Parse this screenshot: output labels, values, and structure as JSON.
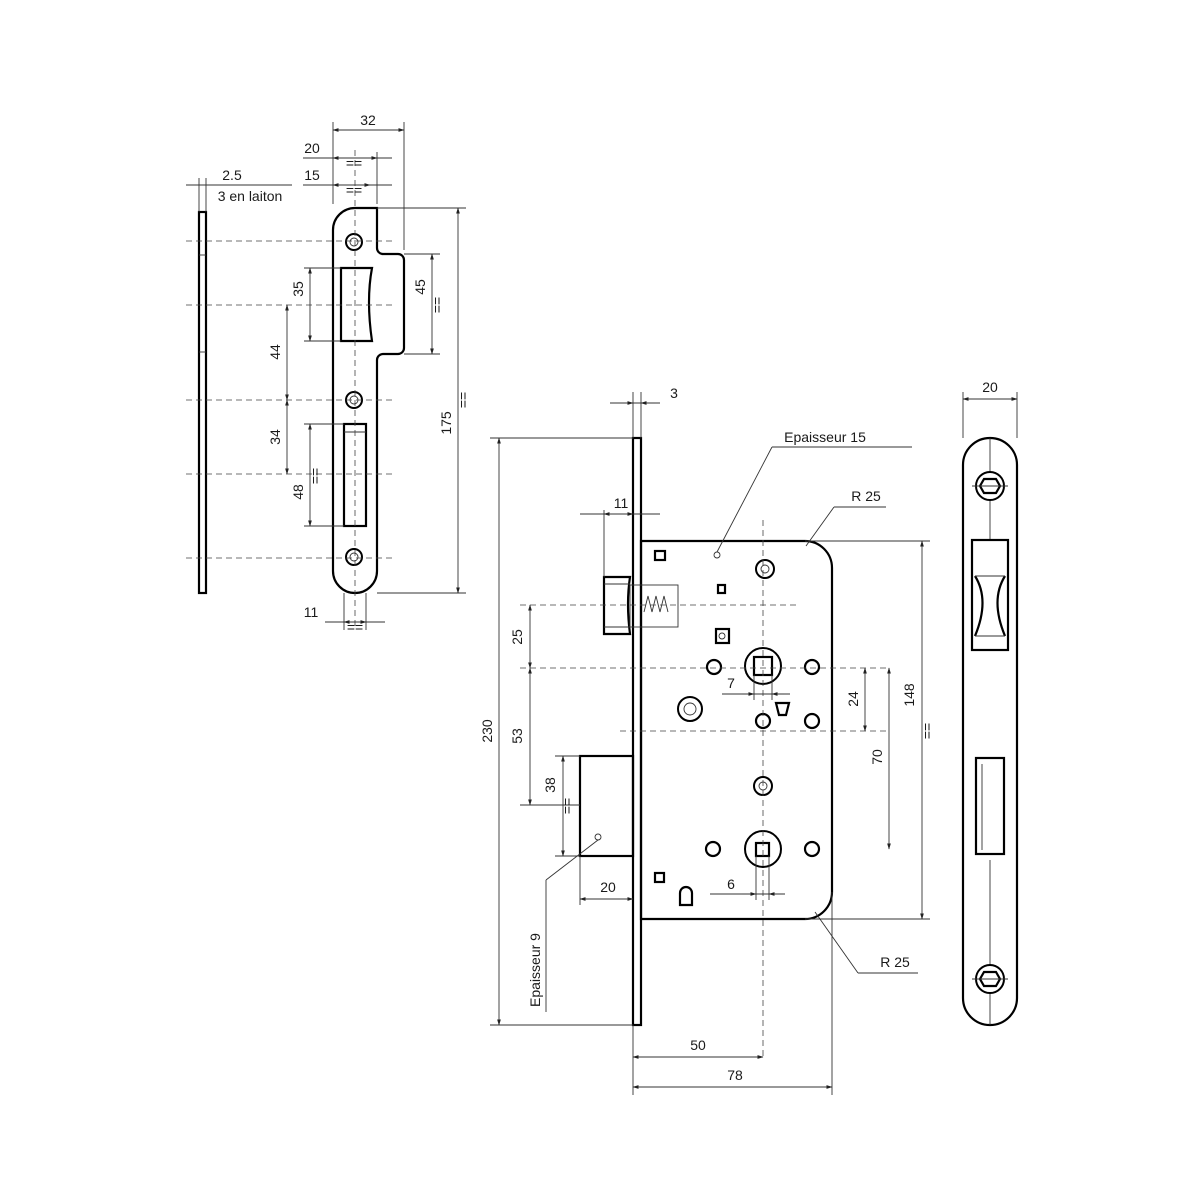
{
  "strike_plate": {
    "dimensions": {
      "width_32": "32",
      "width_20": "20",
      "width_15": "15",
      "thickness": "2.5",
      "material_note": "3 en laiton",
      "dim_35": "35",
      "dim_45": "45",
      "dim_44": "44",
      "dim_34": "34",
      "dim_48": "48",
      "height_175": "175",
      "bottom_11": "11"
    },
    "equal_mark": "=="
  },
  "lock_body": {
    "dimensions": {
      "faceplate_3": "3",
      "latch_11": "11",
      "radius_top": "R 25",
      "radius_bottom": "R 25",
      "dim_25": "25",
      "dim_53": "53",
      "dim_38": "38",
      "dim_7": "7",
      "dim_24": "24",
      "dim_70": "70",
      "dim_148": "148",
      "height_230": "230",
      "deadbolt_20": "20",
      "dim_6": "6",
      "backset_50": "50",
      "depth_78": "78"
    },
    "notes": {
      "thickness_15": "Epaisseur 15",
      "thickness_9": "Epaisseur 9"
    },
    "equal_mark": "=="
  },
  "faceplate_front": {
    "dimensions": {
      "width_20": "20"
    }
  }
}
